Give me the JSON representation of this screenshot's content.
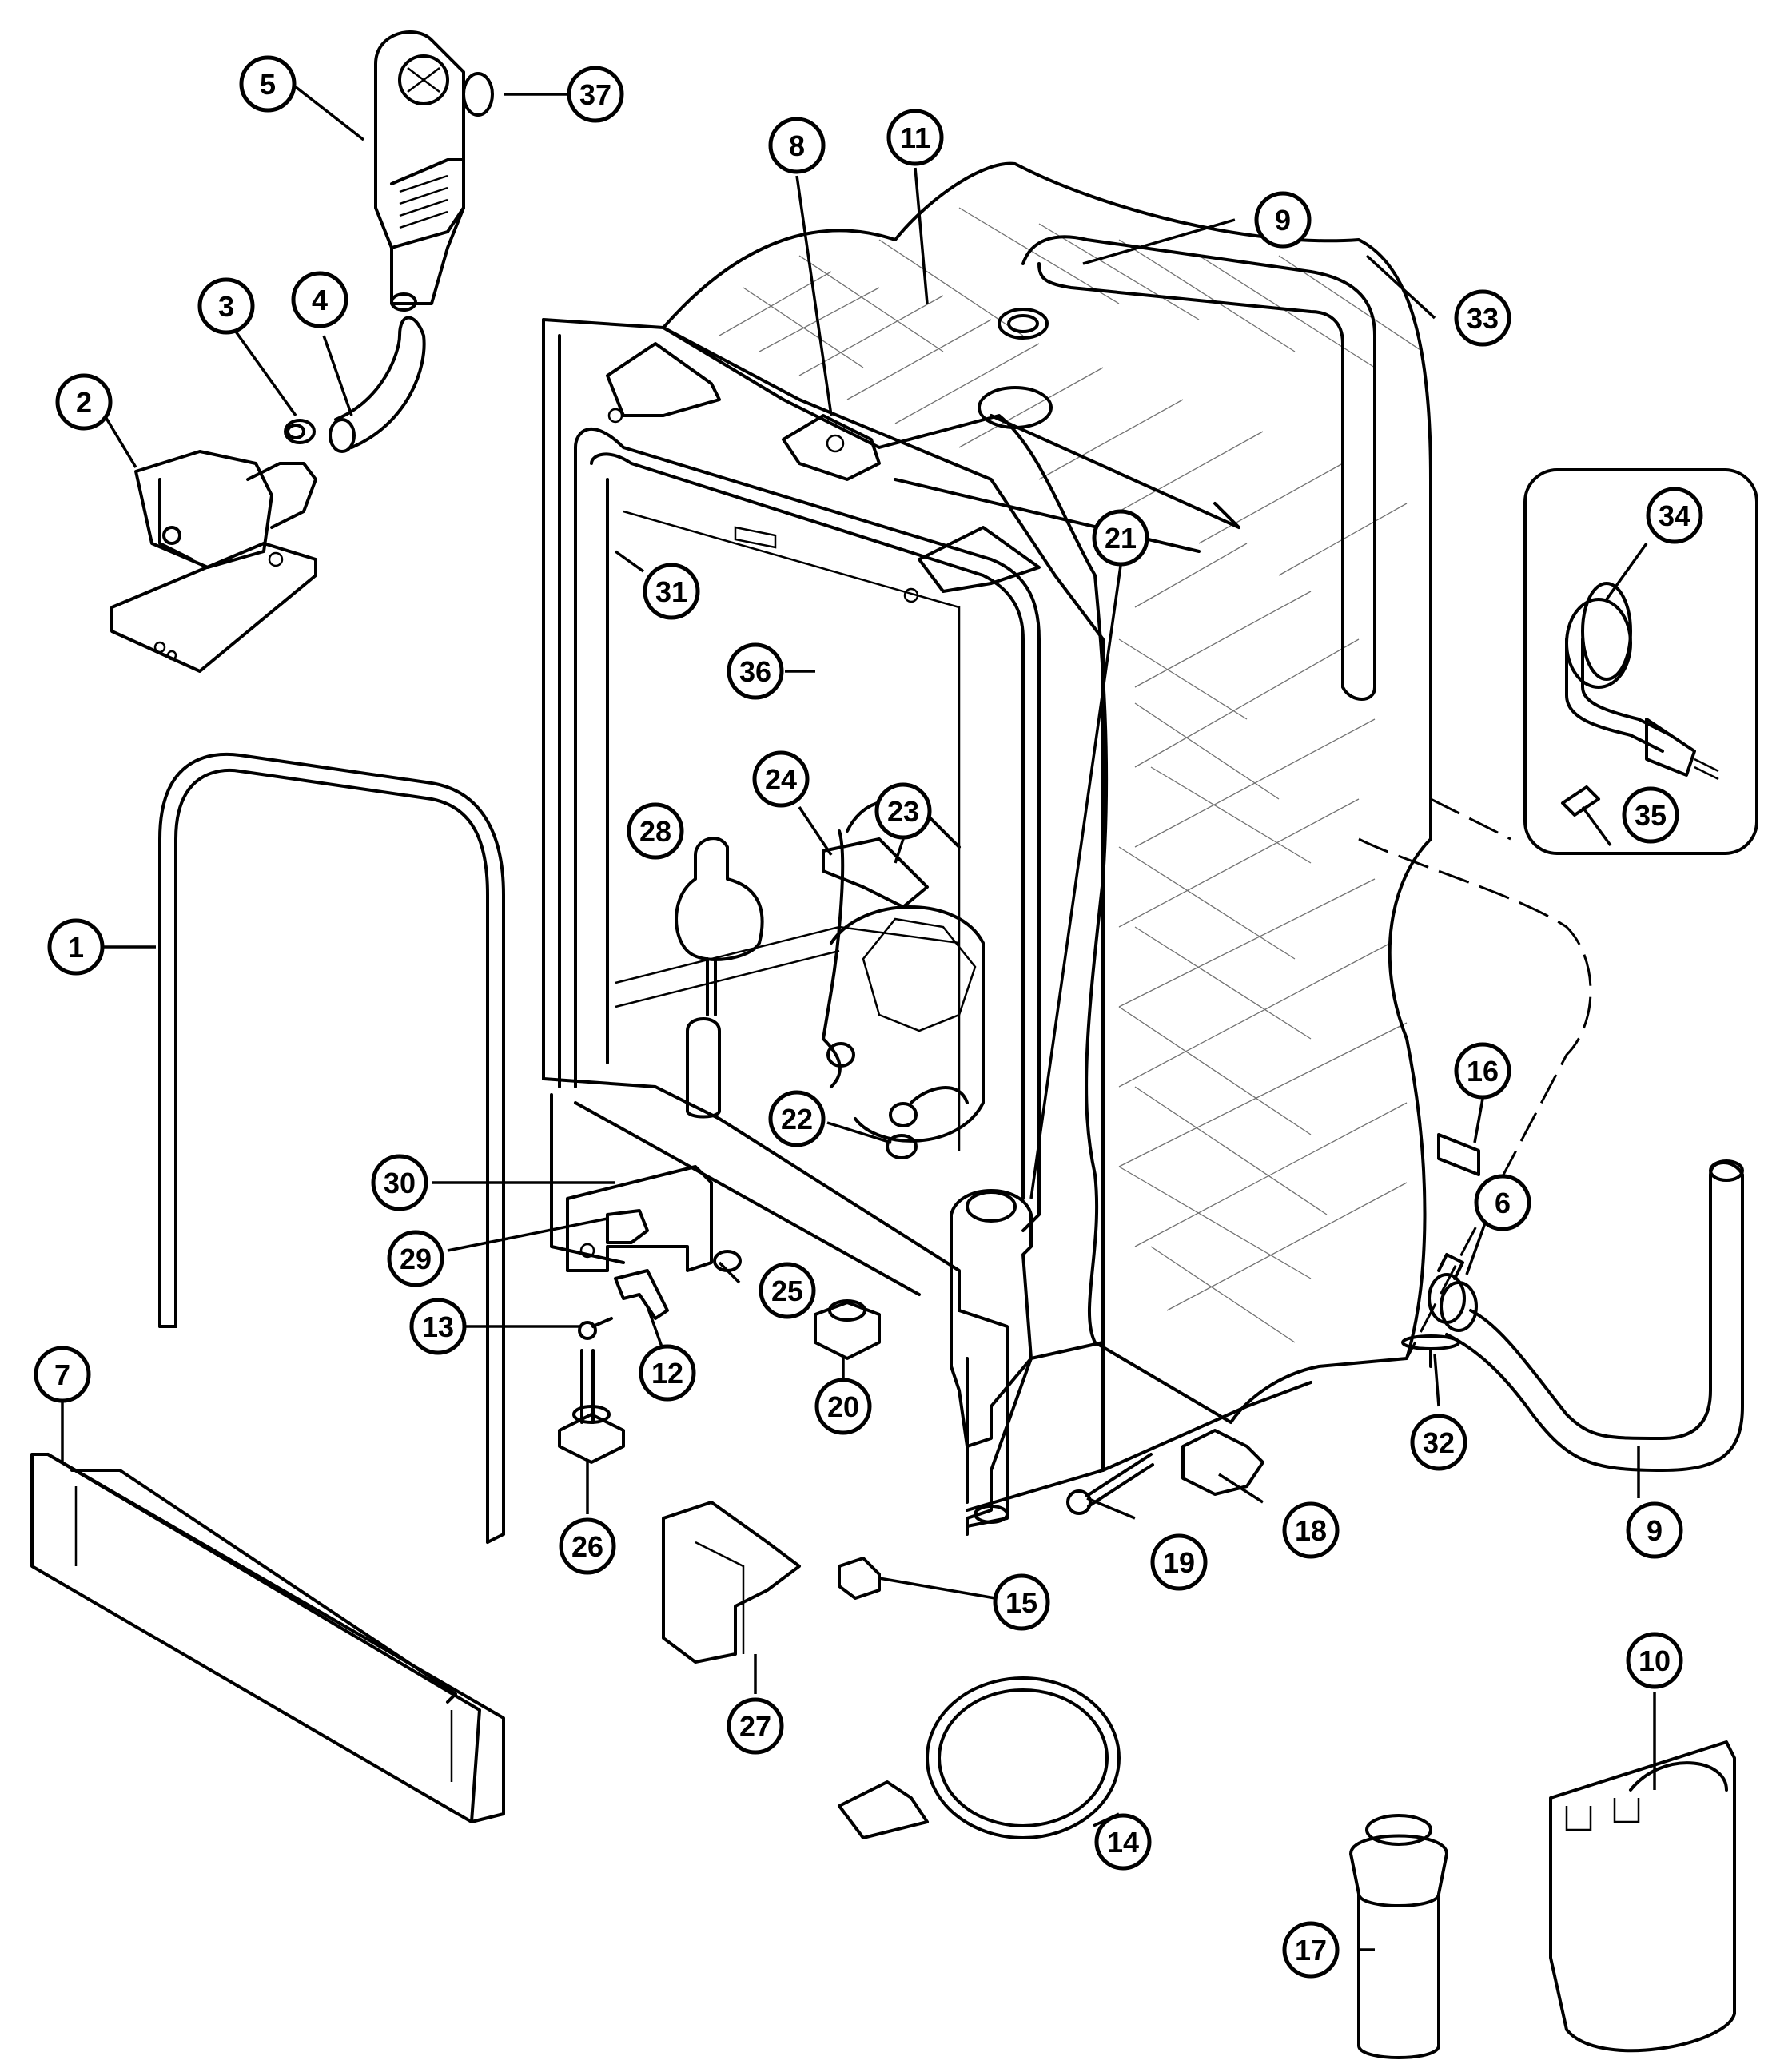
{
  "callouts": [
    {
      "id": "1",
      "label": "1"
    },
    {
      "id": "2",
      "label": "2"
    },
    {
      "id": "3",
      "label": "3"
    },
    {
      "id": "4",
      "label": "4"
    },
    {
      "id": "5",
      "label": "5"
    },
    {
      "id": "6",
      "label": "6"
    },
    {
      "id": "7",
      "label": "7"
    },
    {
      "id": "8",
      "label": "8"
    },
    {
      "id": "9a",
      "label": "9"
    },
    {
      "id": "9b",
      "label": "9"
    },
    {
      "id": "10",
      "label": "10"
    },
    {
      "id": "11",
      "label": "11"
    },
    {
      "id": "12",
      "label": "12"
    },
    {
      "id": "13",
      "label": "13"
    },
    {
      "id": "14",
      "label": "14"
    },
    {
      "id": "15",
      "label": "15"
    },
    {
      "id": "16",
      "label": "16"
    },
    {
      "id": "17",
      "label": "17"
    },
    {
      "id": "18",
      "label": "18"
    },
    {
      "id": "19",
      "label": "19"
    },
    {
      "id": "20",
      "label": "20"
    },
    {
      "id": "21",
      "label": "21"
    },
    {
      "id": "22",
      "label": "22"
    },
    {
      "id": "23",
      "label": "23"
    },
    {
      "id": "24",
      "label": "24"
    },
    {
      "id": "25",
      "label": "25"
    },
    {
      "id": "26",
      "label": "26"
    },
    {
      "id": "27",
      "label": "27"
    },
    {
      "id": "28",
      "label": "28"
    },
    {
      "id": "29",
      "label": "29"
    },
    {
      "id": "30",
      "label": "30"
    },
    {
      "id": "31",
      "label": "31"
    },
    {
      "id": "32",
      "label": "32"
    },
    {
      "id": "33",
      "label": "33"
    },
    {
      "id": "34",
      "label": "34"
    },
    {
      "id": "35",
      "label": "35"
    },
    {
      "id": "36",
      "label": "36"
    },
    {
      "id": "37",
      "label": "37"
    }
  ]
}
